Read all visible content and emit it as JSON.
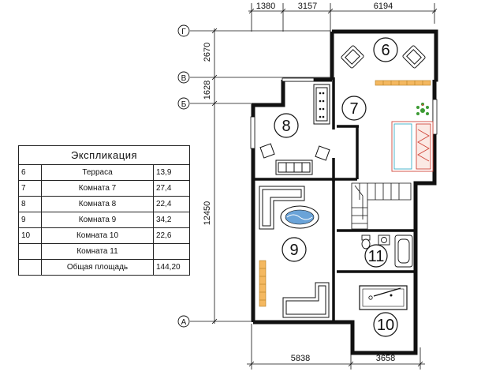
{
  "explication": {
    "title": "Экспликация",
    "rows": [
      {
        "num": "6",
        "name": "Терраса",
        "area": "13,9"
      },
      {
        "num": "7",
        "name": "Комната 7",
        "area": "27,4"
      },
      {
        "num": "8",
        "name": "Комната 8",
        "area": "22,4"
      },
      {
        "num": "9",
        "name": "Комната 9",
        "area": "34,2"
      },
      {
        "num": "10",
        "name": "Комната 10",
        "area": "22,6"
      },
      {
        "num": "",
        "name": "Комната 11",
        "area": ""
      },
      {
        "num": "",
        "name": "Общая площадь",
        "area": "144,20"
      }
    ]
  },
  "dimensions": {
    "top": [
      "1380",
      "3157",
      "6194"
    ],
    "left": [
      "2670",
      "1628",
      "12450"
    ],
    "bottom": [
      "5838",
      "3658"
    ]
  },
  "axes": [
    "Г",
    "В",
    "Б",
    "А"
  ],
  "rooms": [
    "6",
    "7",
    "8",
    "9",
    "10",
    "11"
  ]
}
